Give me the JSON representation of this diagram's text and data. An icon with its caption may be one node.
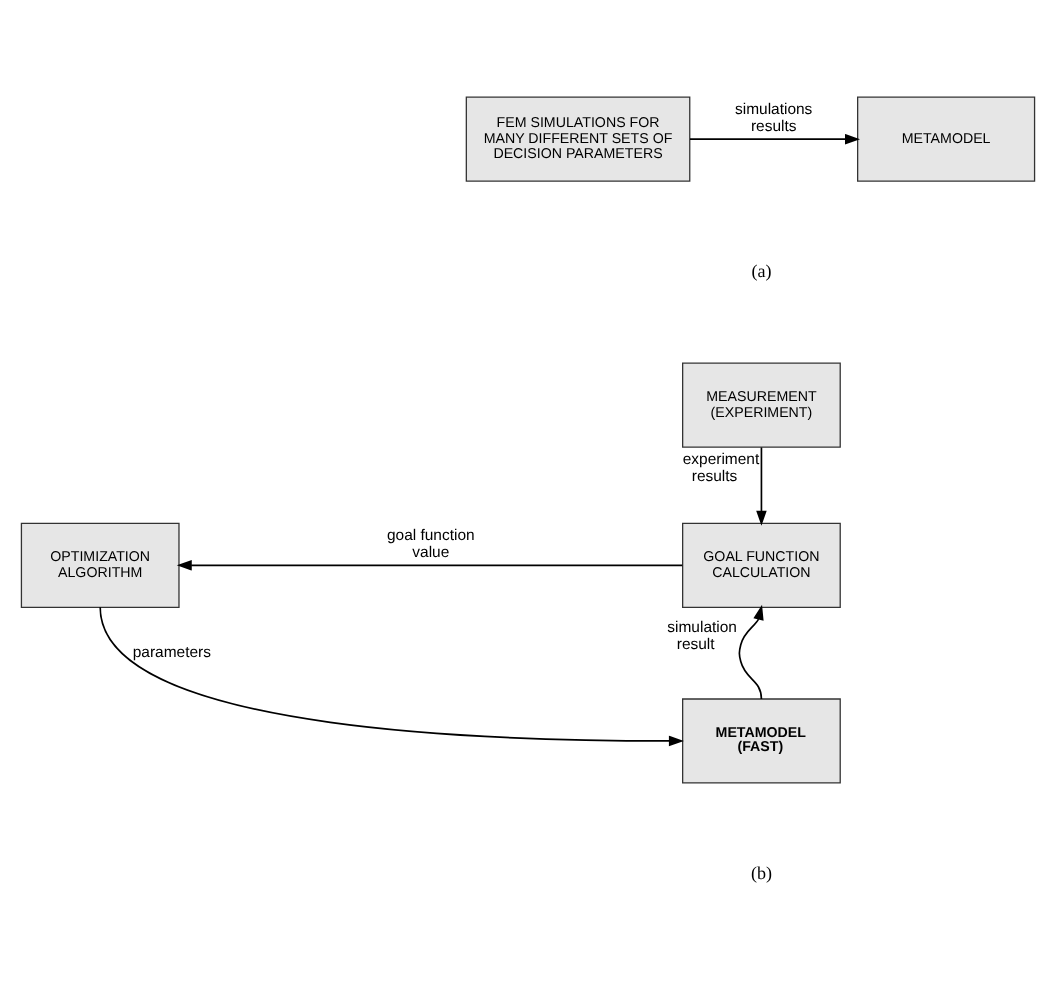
{
  "diagram": {
    "nodes": [
      {
        "text": [
          "FEM SIMULATIONS FOR MANY DIFFERENT SETS OF DECISION PARAMETERS"
        ]
      },
      {
        "text": [
          "METAMODEL"
        ]
      },
      {
        "text": [
          "MEASUREMENT (EXPERIMENT)"
        ]
      },
      {
        "text": [
          "OPTIMIZATION ALGORITHM"
        ]
      },
      {
        "text": [
          "GOAL FUNCTION CALCULATION"
        ]
      },
      {
        "text": [
          "METAMODEL (FAST)"
        ]
      }
    ],
    "edges": [
      {
        "from": 0,
        "to": 1,
        "arrow": "to",
        "label": "simulations results"
      },
      {
        "from": 2,
        "to": 4,
        "arrow": "to",
        "label": "experiment results"
      },
      {
        "from": 4,
        "to": 3,
        "arrow": "to",
        "label": "goal function value"
      },
      {
        "from": 3,
        "to": 5,
        "arrow": "to",
        "label": "parameters"
      },
      {
        "from": 5,
        "to": 4,
        "arrow": "to",
        "label": "simulation result"
      }
    ],
    "labels": [
      "(a)",
      "(b)"
    ]
  }
}
